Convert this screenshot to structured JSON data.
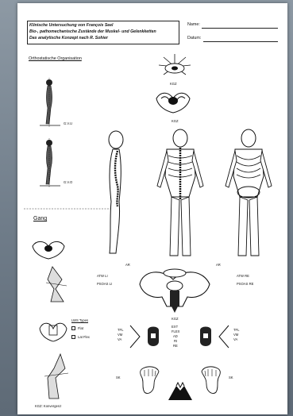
{
  "header": {
    "line1": "Klinische Untersuchung von François Seel",
    "line2": "Bio-, pathomechanische Zustände der Muskel- und Gelenkketten",
    "line3": "Das analytische Konzept nach R. Sohier",
    "name_label": "Name:",
    "date_label": "Datum:"
  },
  "sections": {
    "ortho": "Orthostatische Organisation",
    "gang": "Gang"
  },
  "labels": {
    "kgz_top": "KGZ",
    "kgz_mid": "KGZ",
    "gvu": "G.V.U",
    "gvo": "G.V.O",
    "ar_left": "AR",
    "ar_right": "AR",
    "atw_li": "ATW LI",
    "atw_re": "ATW RE",
    "psoas_li": "PSOAS LI",
    "psoas_re": "PSOAS RE",
    "kgz_pelvis": "KGZ",
    "lws_types": "LWS Types",
    "flat": "Flat",
    "lat_flex": "Lat Flex",
    "tfl_left": "TFL",
    "vm_left": "VM",
    "va_left": "VA",
    "tfl_right": "TFL",
    "vm_right": "VM",
    "va_right": "VA",
    "knee_motions": [
      "EXT",
      "FLEX",
      "AD",
      "RI",
      "RE"
    ],
    "sk_left": "SK",
    "sk_right": "SK",
    "kgz_konvergenz": "KGZ: Konvergenz"
  }
}
